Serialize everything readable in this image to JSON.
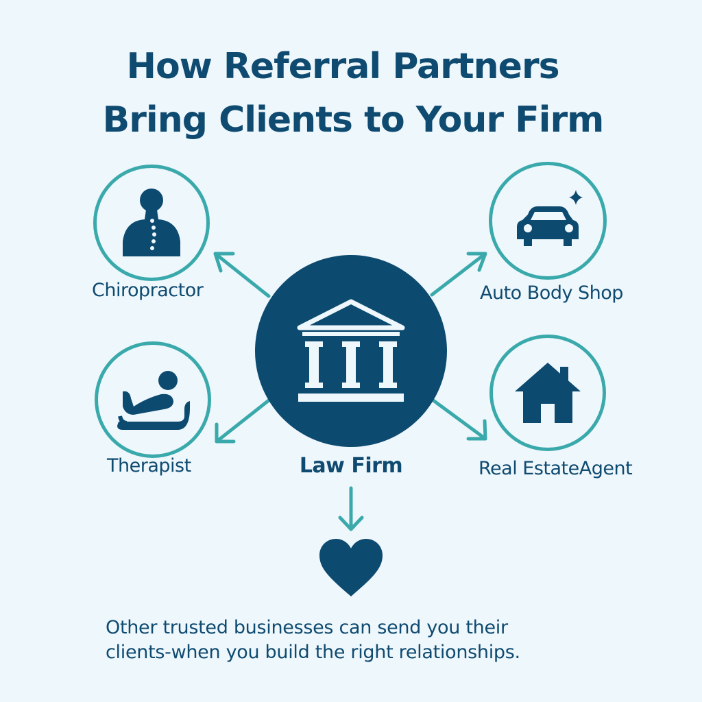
{
  "title": {
    "line1": "How Referral Partners",
    "line2": "Bring Clients to Your Firm"
  },
  "hub": {
    "label": "Law Firm",
    "icon": "courthouse-icon"
  },
  "partners": [
    {
      "label": "Chiropractor",
      "icon": "spine-person-icon"
    },
    {
      "label": "Auto Body Shop",
      "icon": "car-sparkle-icon"
    },
    {
      "label": "Therapist",
      "icon": "reclining-patient-icon"
    },
    {
      "label": "Real EstateAgent",
      "icon": "house-icon"
    }
  ],
  "outcome": {
    "icon": "heart-icon"
  },
  "footer": {
    "line1": "Other trusted businesses can send you their",
    "line2": "clients-when you build the right relationships."
  },
  "colors": {
    "background": "#eef7fb",
    "navy": "#0d4a70",
    "teal": "#3aa9ab"
  }
}
